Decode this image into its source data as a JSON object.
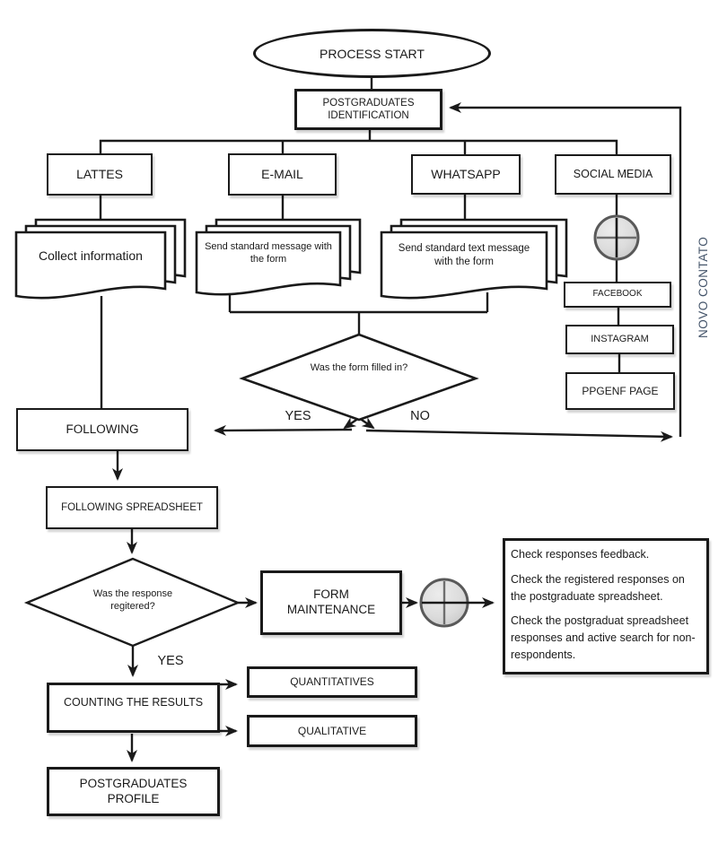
{
  "flowchart": {
    "start_label": "PROCESS START",
    "identification_label": "POSTGRADUATES IDENTIFICATION",
    "channels": {
      "lattes": "LATTES",
      "email": "E-MAIL",
      "whatsapp": "WHATSAPP",
      "social_media": "SOCIAL MEDIA"
    },
    "documents": {
      "collect": "Collect information",
      "email_message": "Send standard message with the form",
      "whatsapp_message": "Send standard text message with the form"
    },
    "social_pages": {
      "facebook": "FACEBOOK",
      "instagram": "INSTAGRAM",
      "ppgenf": "PPGENF PAGE"
    },
    "decision_form_filled": {
      "question": "Was the form filled in?",
      "yes_label": "YES",
      "no_label": "NO"
    },
    "new_contact_label": "NOVO CONTATO",
    "following_label": "FOLLOWING",
    "following_spreadsheet_label": "FOLLOWING SPREADSHEET",
    "decision_response_registered": {
      "question": "Was the response regitered?",
      "yes_label": "YES"
    },
    "form_maintenance_label": "FORM MAINTENANCE",
    "check_notes": {
      "line1": "Check responses feedback.",
      "line2": "Check the registered responses on the postgraduate spreadsheet.",
      "line3": "Check the postgraduat spreadsheet responses and active search for non-respondents."
    },
    "counting_label": "COUNTING THE RESULTS",
    "quantitatives_label": "QUANTITATIVES",
    "qualitative_label": "QUALITATIVE",
    "profile_label": "POSTGRADUATES PROFILE",
    "colors": {
      "line": "#1a1a1a",
      "new_contact_text": "#44546a",
      "junction_fill": "#d9d9d9",
      "junction_border": "#595959"
    }
  }
}
